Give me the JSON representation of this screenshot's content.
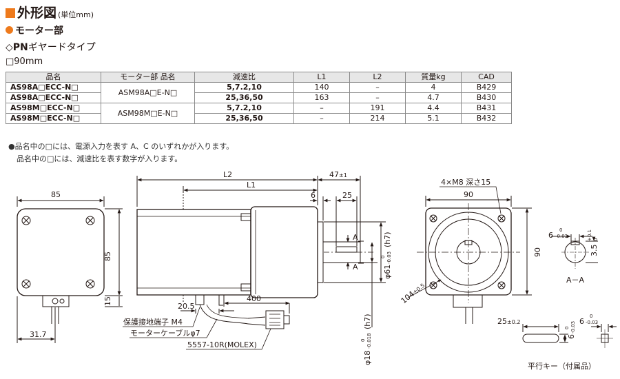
{
  "header": {
    "title": "外形図",
    "unit": "(単位mm)",
    "section": "モーター部",
    "gear_type_bold": "PN",
    "gear_type": "ギヤードタイプ",
    "frame_size": "□90mm"
  },
  "table": {
    "headers": [
      "品名",
      "モーター部 品名",
      "減速比",
      "L1",
      "L2",
      "質量kg",
      "CAD"
    ],
    "rows": [
      {
        "product": "AS98A□ECC-N□",
        "motor": "ASM98A□E-N□",
        "ratio": "5,7.2,10",
        "l1": "140",
        "l2": "–",
        "mass": "4",
        "cad": "B429"
      },
      {
        "product": "AS98A□ECC-N□",
        "motor": "",
        "ratio": "25,36,50",
        "l1": "163",
        "l2": "–",
        "mass": "4.7",
        "cad": "B430"
      },
      {
        "product": "AS98M□ECC-N□",
        "motor": "ASM98M□E-N□",
        "ratio": "5,7.2,10",
        "l1": "–",
        "l2": "191",
        "mass": "4.4",
        "cad": "B431"
      },
      {
        "product": "AS98M□ECC-N□",
        "motor": "",
        "ratio": "25,36,50",
        "l1": "–",
        "l2": "214",
        "mass": "5.1",
        "cad": "B432"
      }
    ]
  },
  "notes": [
    "●品名中の□には、電源入力を表す A、C のいずれかが入ります。",
    "品名中の□には、減速比を表す数字が入ります。"
  ],
  "drawing": {
    "side_width": "85",
    "side_height": "85",
    "side_bottom": "15",
    "side_terminal": "31.7",
    "len_l2": "L2",
    "len_l1": "L1",
    "shaft_len": "47",
    "shaft_tol": "±1",
    "key_len": "25",
    "pilot_step": "6",
    "pilot_dia": "φ61",
    "pilot_tol_upper": "0",
    "pilot_tol_lower": "-0.03",
    "pilot_fit": "(h7)",
    "shaft_dia": "φ18",
    "shaft_tol_upper": "0",
    "shaft_tol_lower": "-0.018",
    "shaft_fit": "(h7)",
    "section_mark": "A",
    "cable_len": "400",
    "lead_offset": "20.5",
    "label_terminal": "保護接地端子 M4",
    "label_cable": "モーターケーブルφ7",
    "label_connector": "5557-10R(MOLEX)",
    "front_holes": "4×M8 深さ15",
    "front_width": "90",
    "front_height": "90",
    "pcd": "104",
    "pcd_tol": "±0.5",
    "aa_key_width": "6",
    "aa_key_tol_upper": "0",
    "aa_key_tol_lower": "-0.03",
    "aa_depth": "3.5",
    "aa_depth_tol_upper": "+0.1",
    "aa_depth_tol_lower": "0",
    "aa_label": "A－A",
    "key_length": "25",
    "key_length_tol": "±0.2",
    "key_height": "6",
    "key_height_tol_upper": "0",
    "key_height_tol_lower": "-0.03",
    "key_width": "6",
    "key_width_tol_upper": "0",
    "key_width_tol_lower": "-0.03",
    "key_caption": "平行キー（付属品）"
  }
}
